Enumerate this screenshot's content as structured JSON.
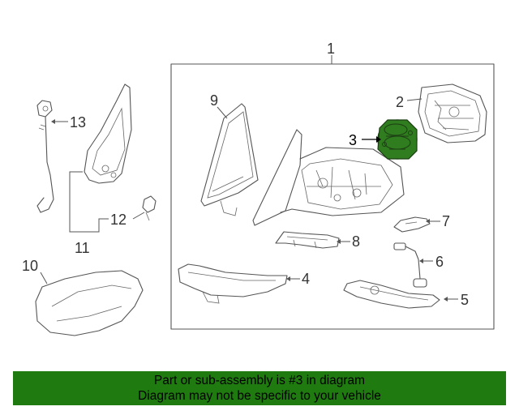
{
  "callouts": {
    "c1": "1",
    "c2": "2",
    "c3": "3",
    "c4": "4",
    "c5": "5",
    "c6": "6",
    "c7": "7",
    "c8": "8",
    "c9": "9",
    "c10": "10",
    "c11": "11",
    "c12": "12",
    "c13": "13"
  },
  "highlight_color": "#2f7d1f",
  "banner": {
    "line1": "Part or sub-assembly is #3 in diagram",
    "line2": "Diagram may not be specific to your vehicle",
    "background": "#1f7a10"
  }
}
